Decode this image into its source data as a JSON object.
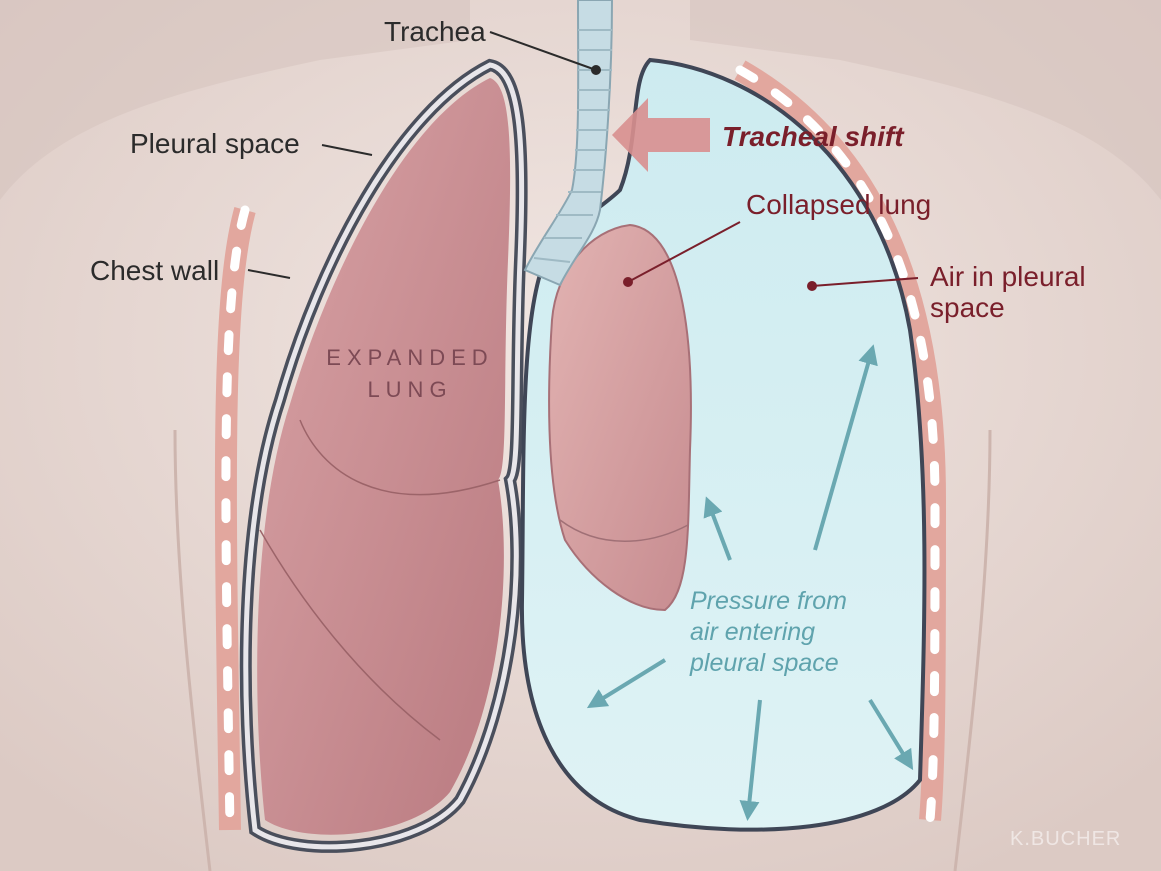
{
  "labels": {
    "trachea": "Trachea",
    "pleural_space": "Pleural space",
    "chest_wall": "Chest wall",
    "tracheal_shift": "Tracheal shift",
    "collapsed_lung": "Collapsed lung",
    "air_in_pleural_line1": "Air in pleural",
    "air_in_pleural_line2": "space",
    "expanded_line1": "EXPANDED",
    "expanded_line2": "LUNG",
    "pressure_line1": "Pressure from",
    "pressure_line2": "air entering",
    "pressure_line3": "pleural space"
  },
  "signature": "K.BUCHER",
  "colors": {
    "skin": "#e9dcd7",
    "lung_expanded": "#c98f92",
    "lung_collapsed": "#d7a3a4",
    "air_region": "#d4eef2",
    "trachea": "#c6dce4",
    "label_dark": "#2b2b2b",
    "label_red": "#7a1f2b",
    "arrow_teal": "#6aa8b1",
    "shift_arrow": "#d88f8f"
  }
}
